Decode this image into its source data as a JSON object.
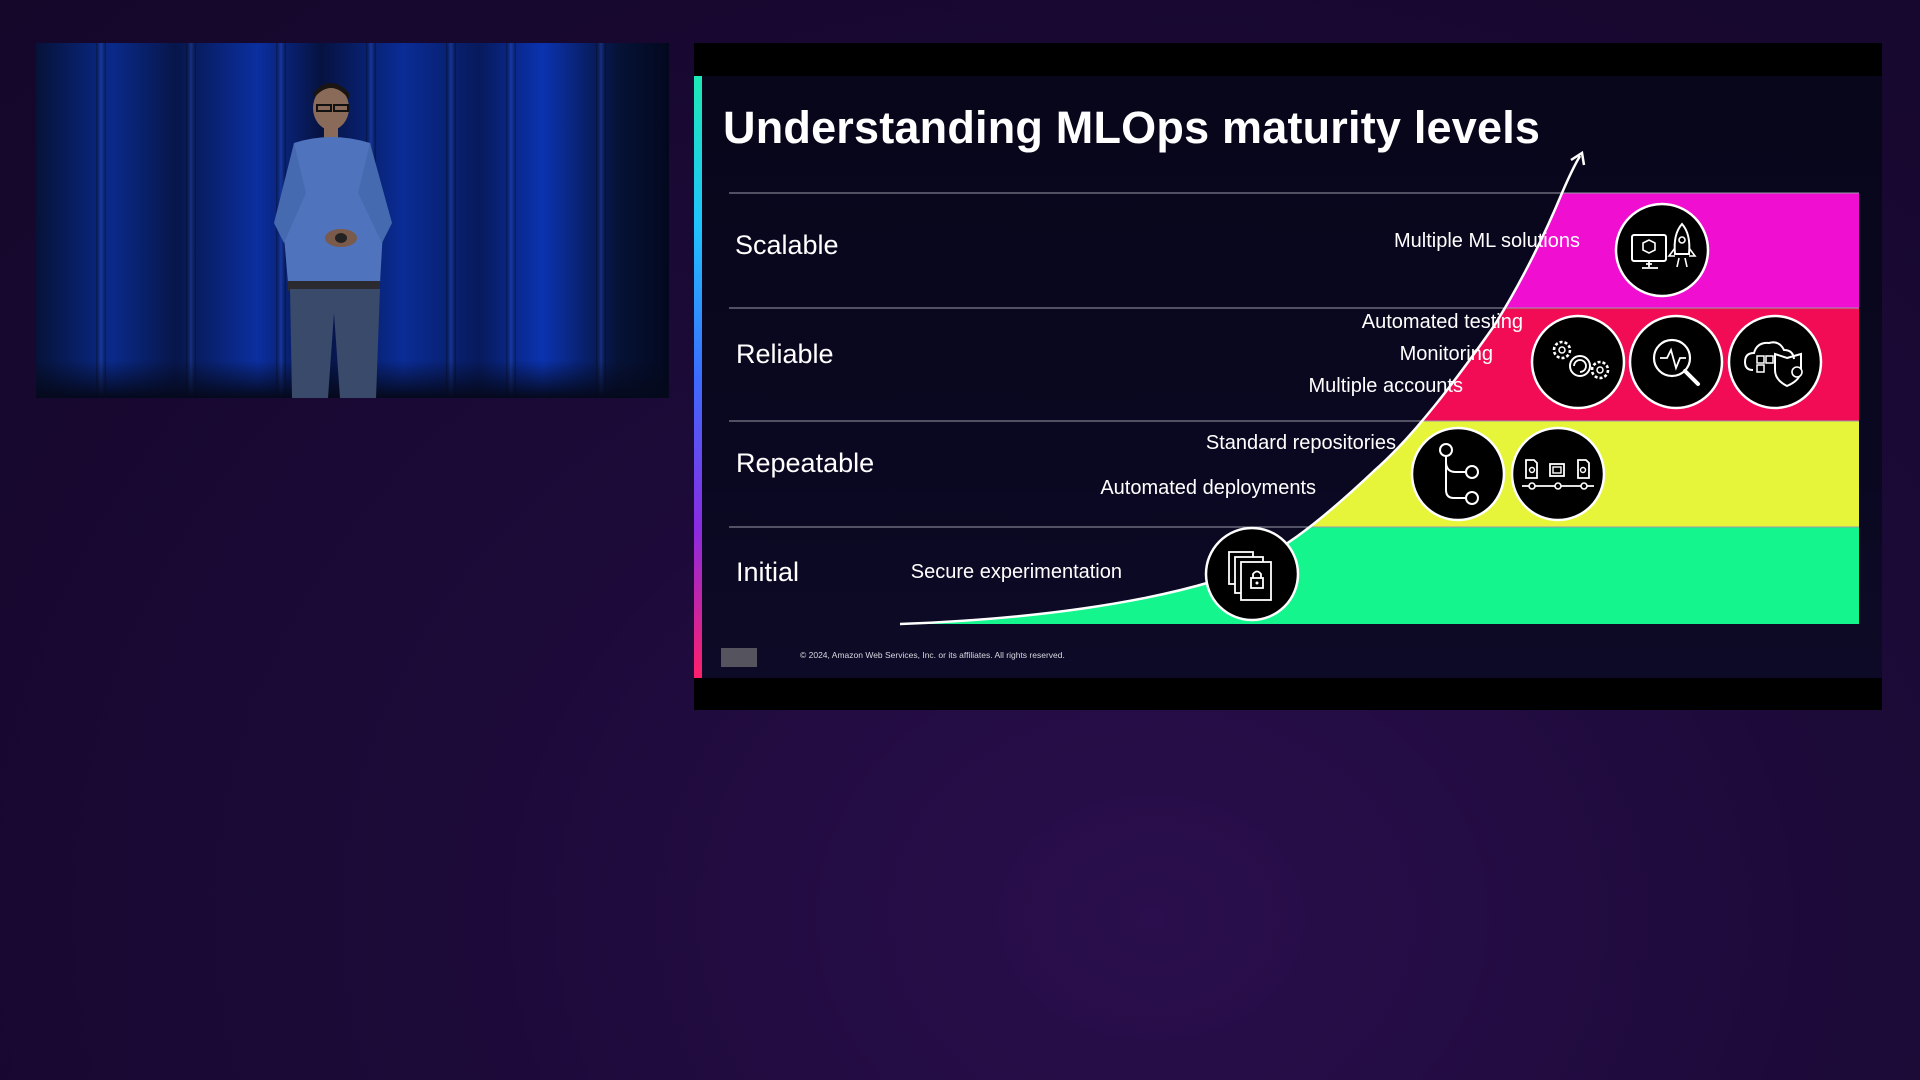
{
  "slide": {
    "title": "Understanding MLOps maturity levels",
    "footer": "© 2024, Amazon Web Services, Inc. or its affiliates. All rights reserved.",
    "levels": [
      {
        "label": "Scalable",
        "color": "#f00fd0",
        "capabilities": [
          "Multiple ML solutions"
        ],
        "icons": [
          "rocket-deploy-icon"
        ]
      },
      {
        "label": "Reliable",
        "color": "#f20c55",
        "capabilities": [
          "Automated testing",
          "Monitoring",
          "Multiple accounts"
        ],
        "icons": [
          "gears-testing-icon",
          "magnifier-monitoring-icon",
          "cloud-shield-accounts-icon"
        ]
      },
      {
        "label": "Repeatable",
        "color": "#e6f53a",
        "capabilities": [
          "Standard repositories",
          "Automated deployments"
        ],
        "icons": [
          "git-branch-icon",
          "pipeline-deploy-icon"
        ]
      },
      {
        "label": "Initial",
        "color": "#14f58d",
        "capabilities": [
          "Secure experimentation"
        ],
        "icons": [
          "locked-documents-icon"
        ]
      }
    ]
  },
  "colors": {
    "background": "#1c0a38",
    "text": "#ffffff",
    "curve": "#ffffff"
  }
}
